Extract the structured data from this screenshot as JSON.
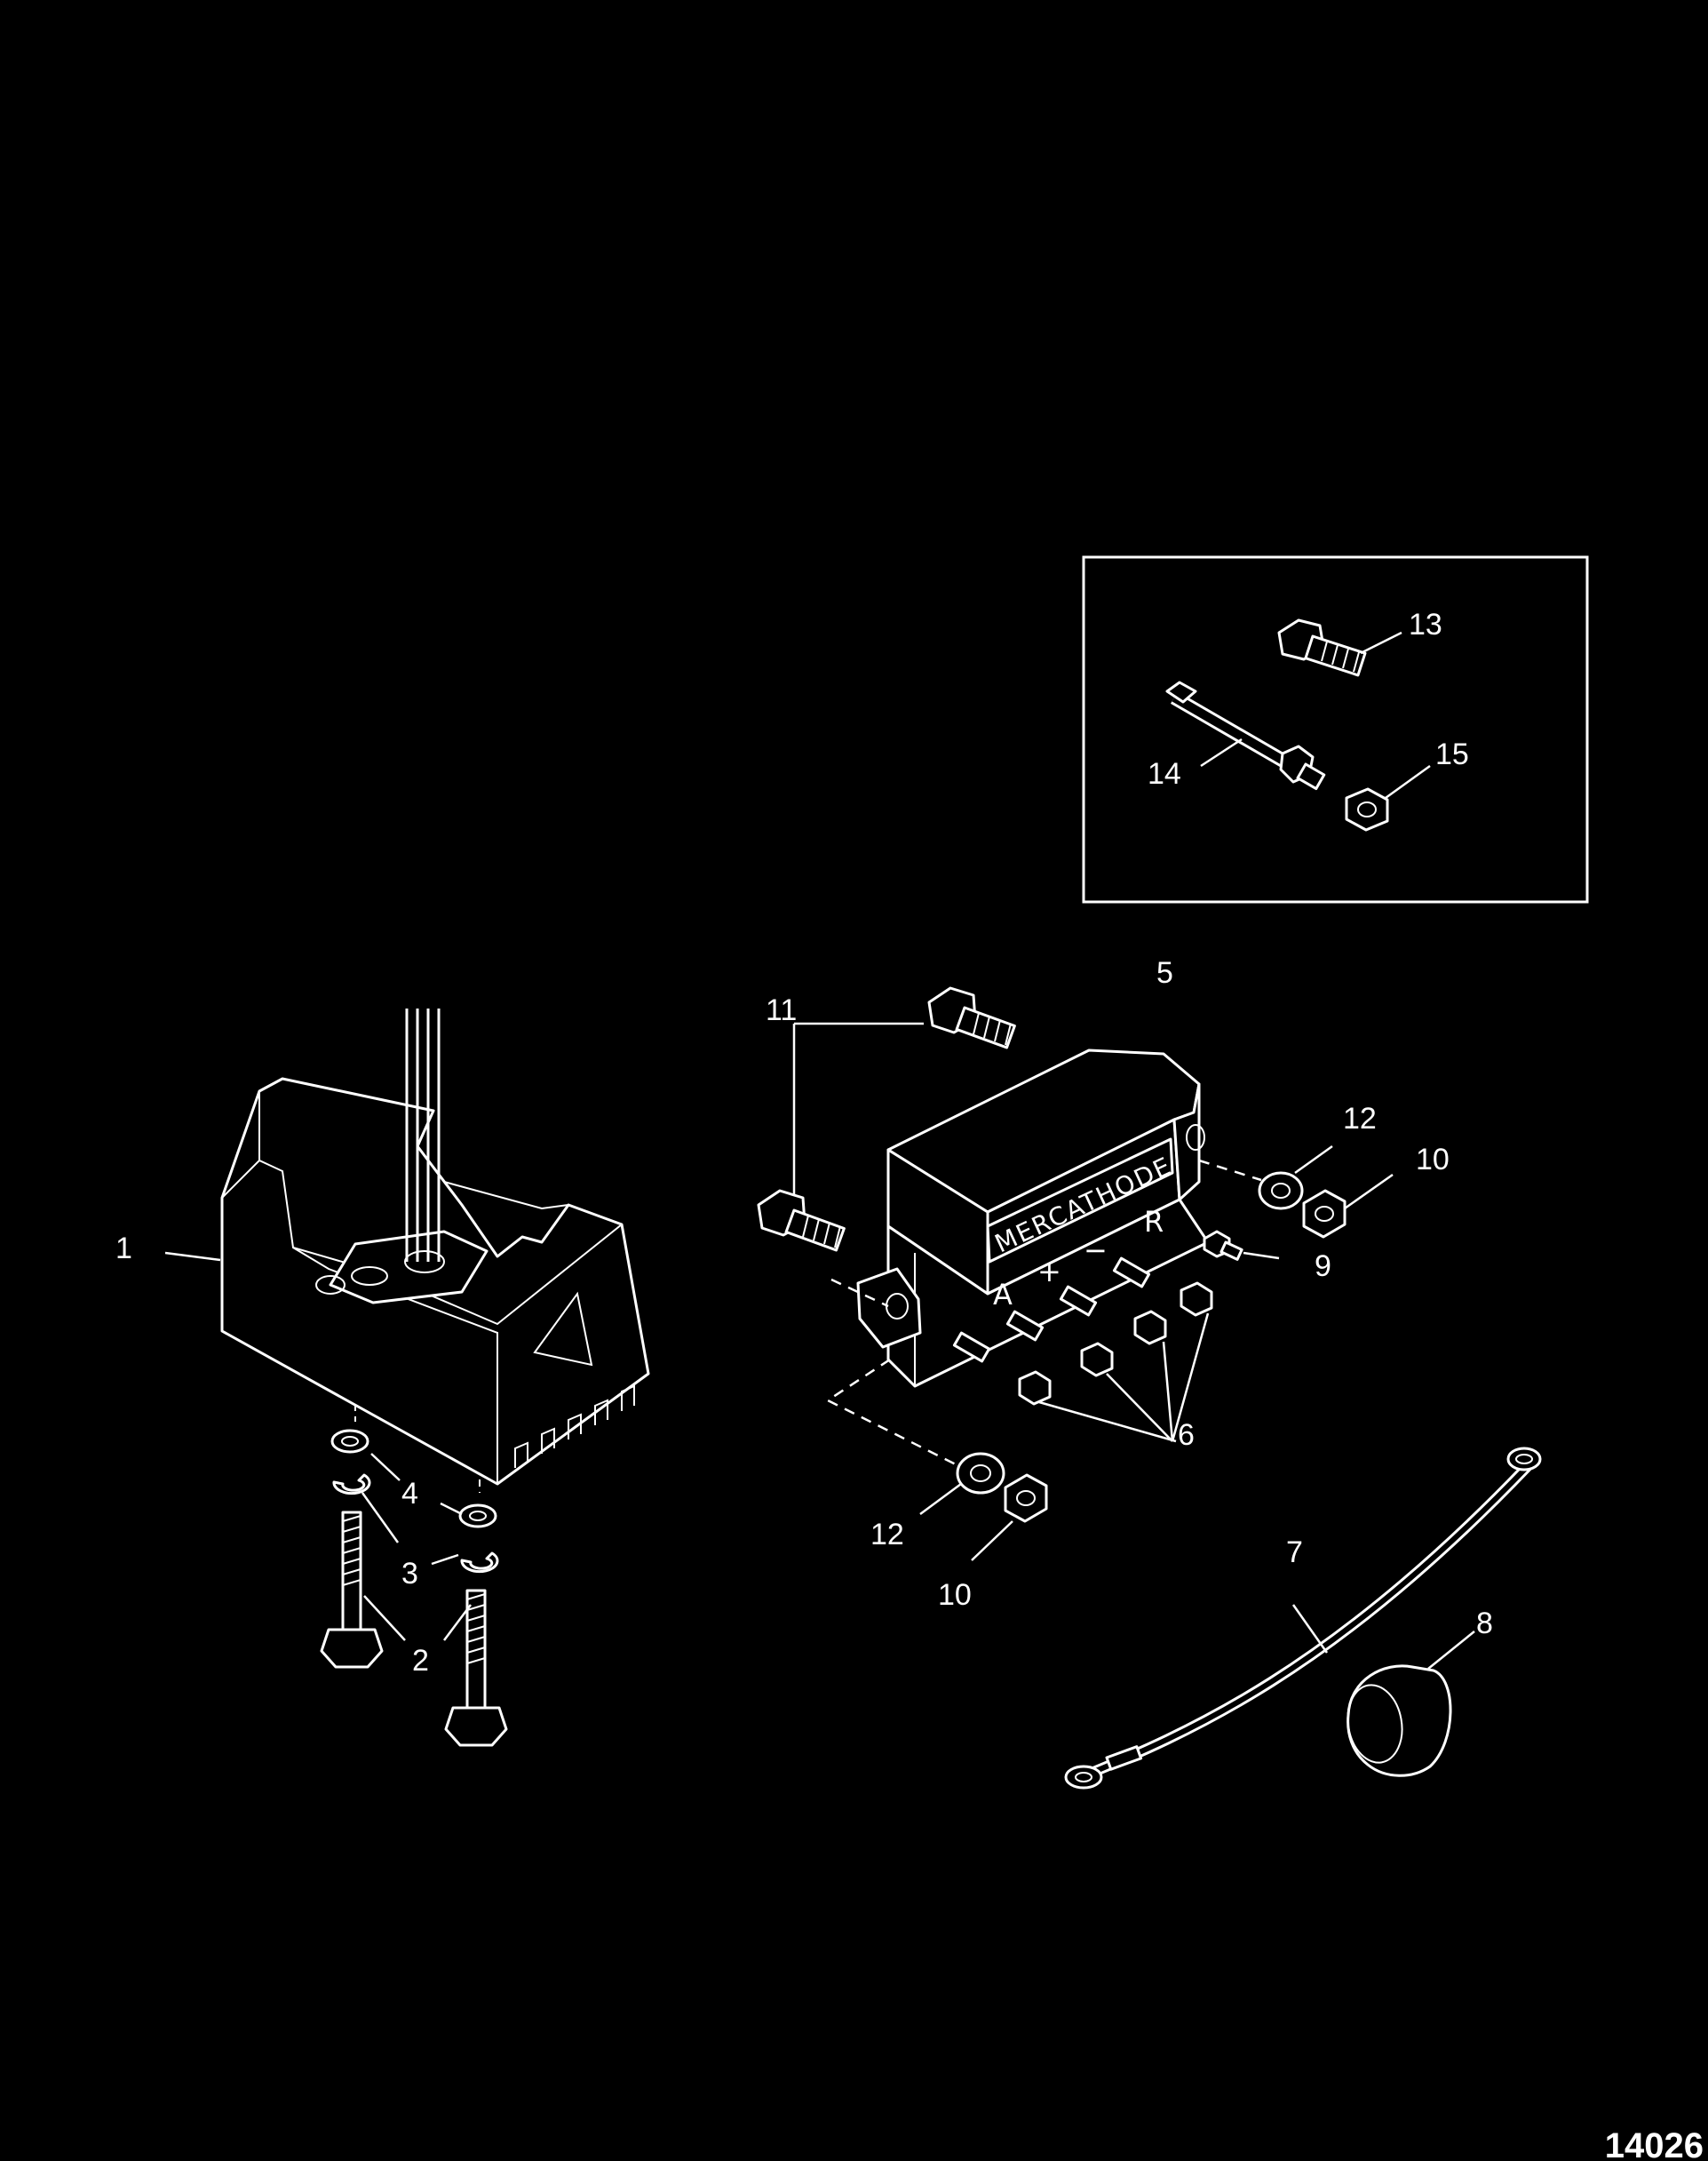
{
  "diagram": {
    "reference_number": "14026",
    "module_label": "MERCATHODE",
    "terminal_labels": [
      "A",
      "+",
      "−",
      "R"
    ],
    "callouts": [
      {
        "id": "c1",
        "text": "1"
      },
      {
        "id": "c2",
        "text": "2"
      },
      {
        "id": "c3",
        "text": "3"
      },
      {
        "id": "c4",
        "text": "4"
      },
      {
        "id": "c5",
        "text": "5"
      },
      {
        "id": "c6",
        "text": "6"
      },
      {
        "id": "c7",
        "text": "7"
      },
      {
        "id": "c8",
        "text": "8"
      },
      {
        "id": "c9",
        "text": "9"
      },
      {
        "id": "c10a",
        "text": "10"
      },
      {
        "id": "c10b",
        "text": "10"
      },
      {
        "id": "c11",
        "text": "11"
      },
      {
        "id": "c12a",
        "text": "12"
      },
      {
        "id": "c12b",
        "text": "12"
      },
      {
        "id": "c13",
        "text": "13"
      },
      {
        "id": "c14",
        "text": "14"
      },
      {
        "id": "c15",
        "text": "15"
      }
    ]
  }
}
